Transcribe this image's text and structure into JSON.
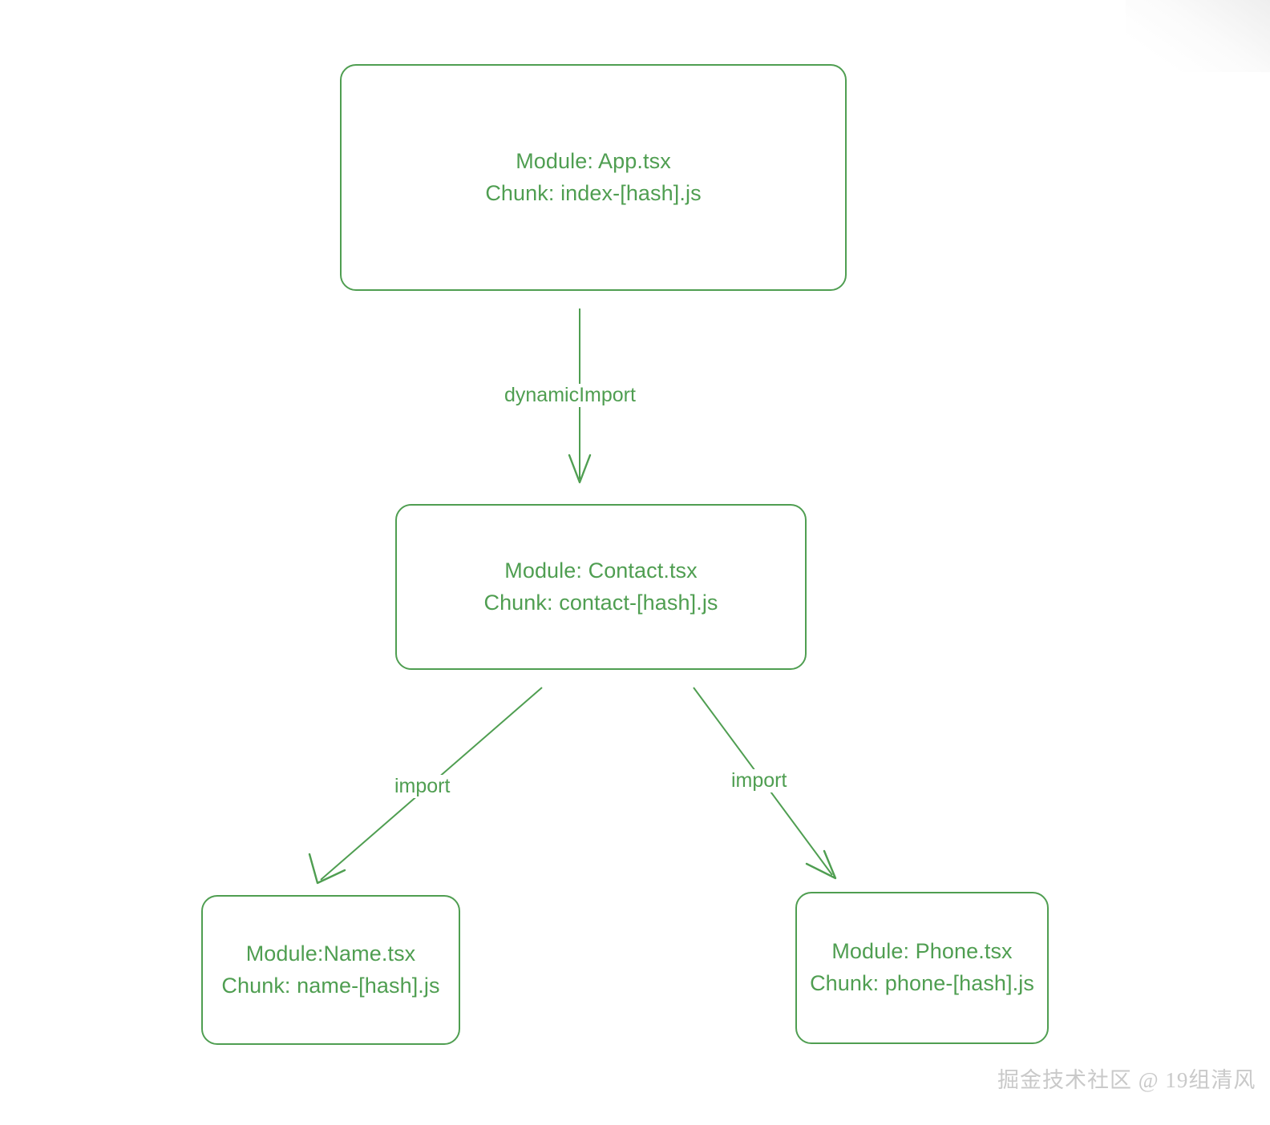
{
  "diagram": {
    "type": "flowchart",
    "direction": "top-down",
    "accent_color": "#4f9e51",
    "background_color": "#ffffff",
    "nodes": [
      {
        "id": "app",
        "module_line": "Module: App.tsx",
        "chunk_line": "Chunk: index-[hash].js"
      },
      {
        "id": "contact",
        "module_line": "Module: Contact.tsx",
        "chunk_line": "Chunk: contact-[hash].js"
      },
      {
        "id": "name",
        "module_line": "Module:Name.tsx",
        "chunk_line": "Chunk: name-[hash].js"
      },
      {
        "id": "phone",
        "module_line": "Module: Phone.tsx",
        "chunk_line": "Chunk: phone-[hash].js"
      }
    ],
    "edges": [
      {
        "id": "app-to-contact",
        "from": "app",
        "to": "contact",
        "label": "dynamicImport"
      },
      {
        "id": "contact-to-name",
        "from": "contact",
        "to": "name",
        "label": "import"
      },
      {
        "id": "contact-to-phone",
        "from": "contact",
        "to": "phone",
        "label": "import"
      }
    ]
  },
  "watermark": {
    "text": "掘金技术社区 @ 19组清风"
  }
}
